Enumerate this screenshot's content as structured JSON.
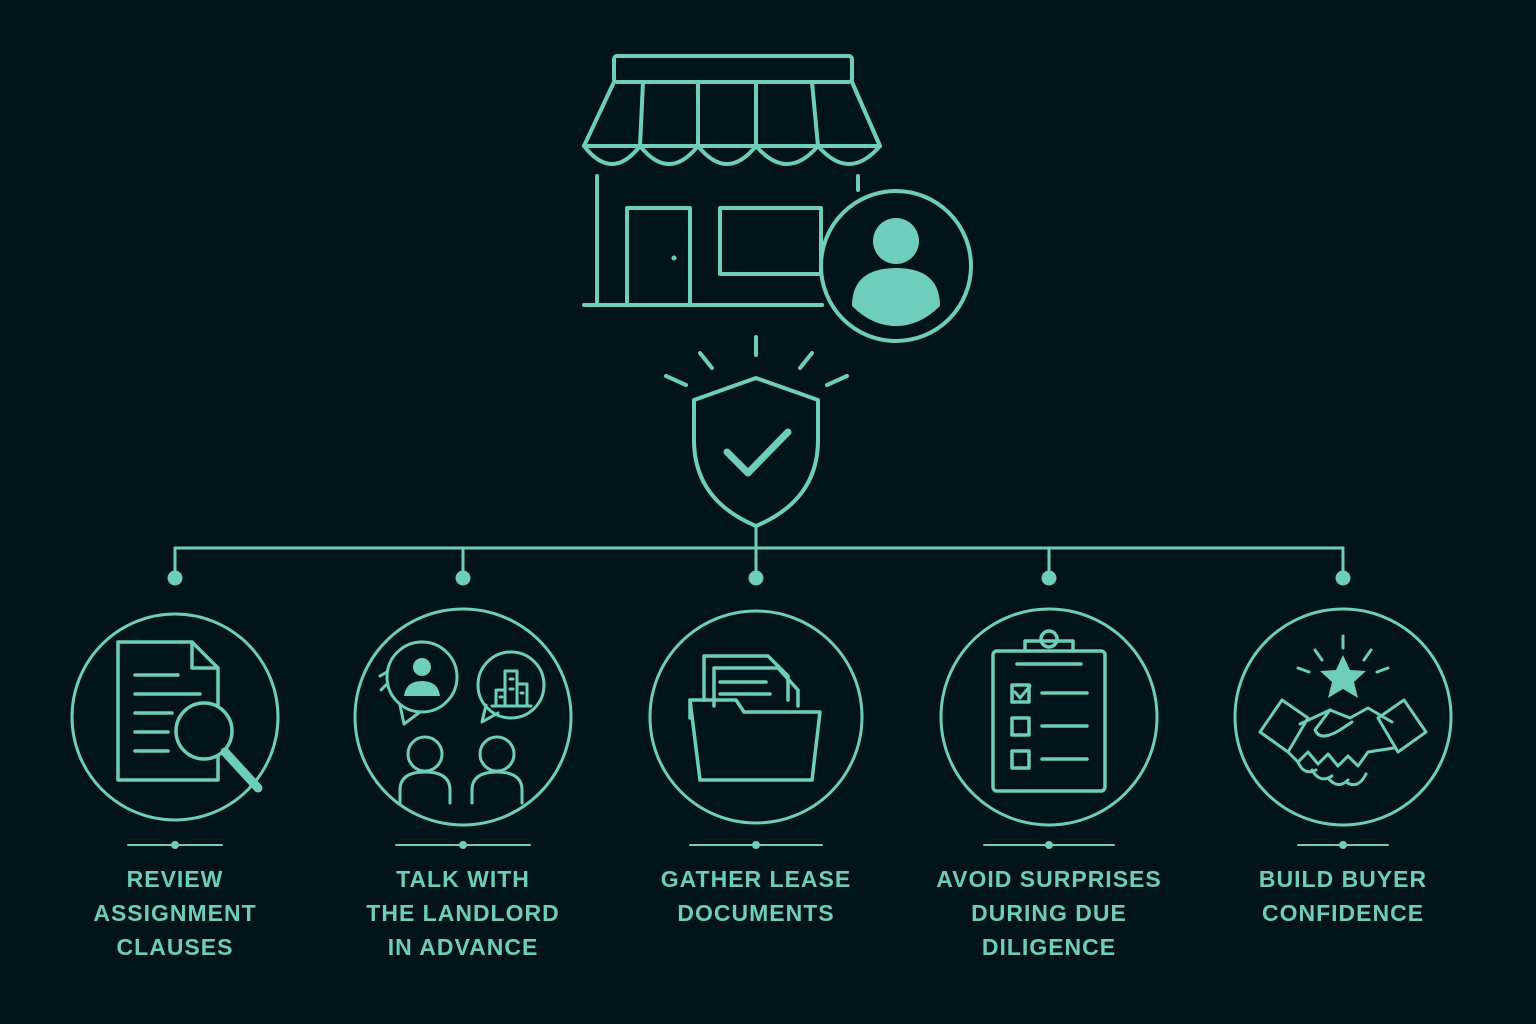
{
  "colors": {
    "background": "#03131a",
    "accent": "#6ecdbb"
  },
  "hub": {
    "icons": [
      "storefront-icon",
      "owner-avatar-icon",
      "shield-check-icon"
    ]
  },
  "steps": [
    {
      "icon": "document-search-icon",
      "label": "REVIEW\nASSIGNMENT\nCLAUSES"
    },
    {
      "icon": "landlord-conversation-icon",
      "label": "TALK WITH\nTHE LANDLORD\nIN ADVANCE"
    },
    {
      "icon": "folder-documents-icon",
      "label": "GATHER LEASE\nDOCUMENTS"
    },
    {
      "icon": "clipboard-checklist-icon",
      "label": "AVOID SURPRISES\nDURING DUE\nDILIGENCE"
    },
    {
      "icon": "handshake-star-icon",
      "label": "BUILD BUYER\nCONFIDENCE"
    }
  ]
}
